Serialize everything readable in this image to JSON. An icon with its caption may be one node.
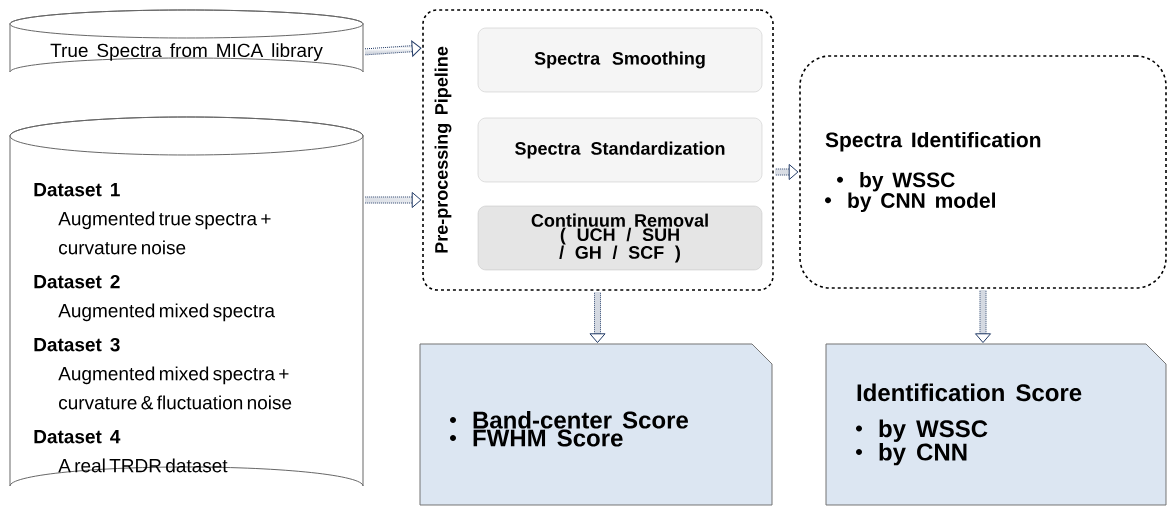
{
  "diagram": {
    "nodes": [
      {
        "text": [
          "True Spectra from MICA library"
        ]
      },
      {
        "text": [
          "Dataset 1",
          "Augmented true spectra + curvature noise",
          "Dataset 2",
          "Augmented mixed spectra",
          "Dataset 3",
          "Augmented mixed spectra + curvature & fluctuation noise",
          "Dataset 4",
          "A real TRDR dataset"
        ]
      },
      {
        "text": [
          "Pre-processing Pipeline"
        ]
      },
      {
        "text": [
          "Spectra Smoothing"
        ],
        "in": 2
      },
      {
        "text": [
          "Spectra Standardization"
        ],
        "in": 2
      },
      {
        "text": [
          "Continuum Removal ( UCH / SUH / GH / SCF )"
        ],
        "in": 2
      },
      {
        "text": [
          "Spectra Identification",
          "by WSSC",
          "by CNN model"
        ]
      },
      {
        "text": [
          "Band-center Score",
          "FWHM Score"
        ]
      },
      {
        "text": [
          "Identification Score",
          "by WSSC",
          "by CNN"
        ]
      }
    ],
    "edges": [
      {
        "from": 0,
        "to": 2,
        "arrow": "to"
      },
      {
        "from": 1,
        "to": 2,
        "arrow": "to"
      },
      {
        "from": 2,
        "to": 6,
        "arrow": "to"
      },
      {
        "from": 2,
        "to": 7,
        "arrow": "to"
      },
      {
        "from": 6,
        "to": 8,
        "arrow": "to"
      }
    ]
  }
}
